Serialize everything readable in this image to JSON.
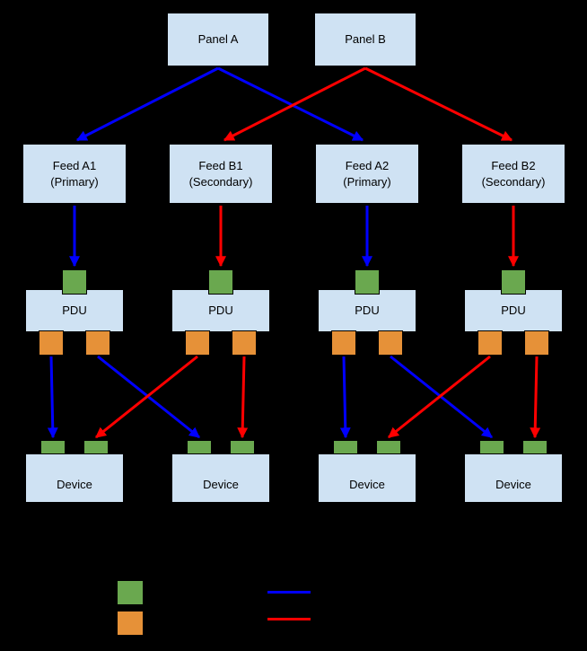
{
  "diagram": {
    "panels": [
      {
        "label": "Panel A"
      },
      {
        "label": "Panel B"
      }
    ],
    "feeds": [
      {
        "label": "Feed A1",
        "sublabel": "(Primary)"
      },
      {
        "label": "Feed B1",
        "sublabel": "(Secondary)"
      },
      {
        "label": "Feed A2",
        "sublabel": "(Primary)"
      },
      {
        "label": "Feed B2",
        "sublabel": "(Secondary)"
      }
    ],
    "pdus": [
      {
        "label": "PDU"
      },
      {
        "label": "PDU"
      },
      {
        "label": "PDU"
      },
      {
        "label": "PDU"
      }
    ],
    "devices": [
      {
        "label": "Device"
      },
      {
        "label": "Device"
      },
      {
        "label": "Device"
      },
      {
        "label": "Device"
      }
    ]
  },
  "colors": {
    "background": "#000000",
    "node_fill": "#cfe2f3",
    "node_border": "#000000",
    "input_port": "#6aa84f",
    "output_port": "#e69138",
    "primary_line": "#0000ff",
    "secondary_line": "#ff0000"
  }
}
